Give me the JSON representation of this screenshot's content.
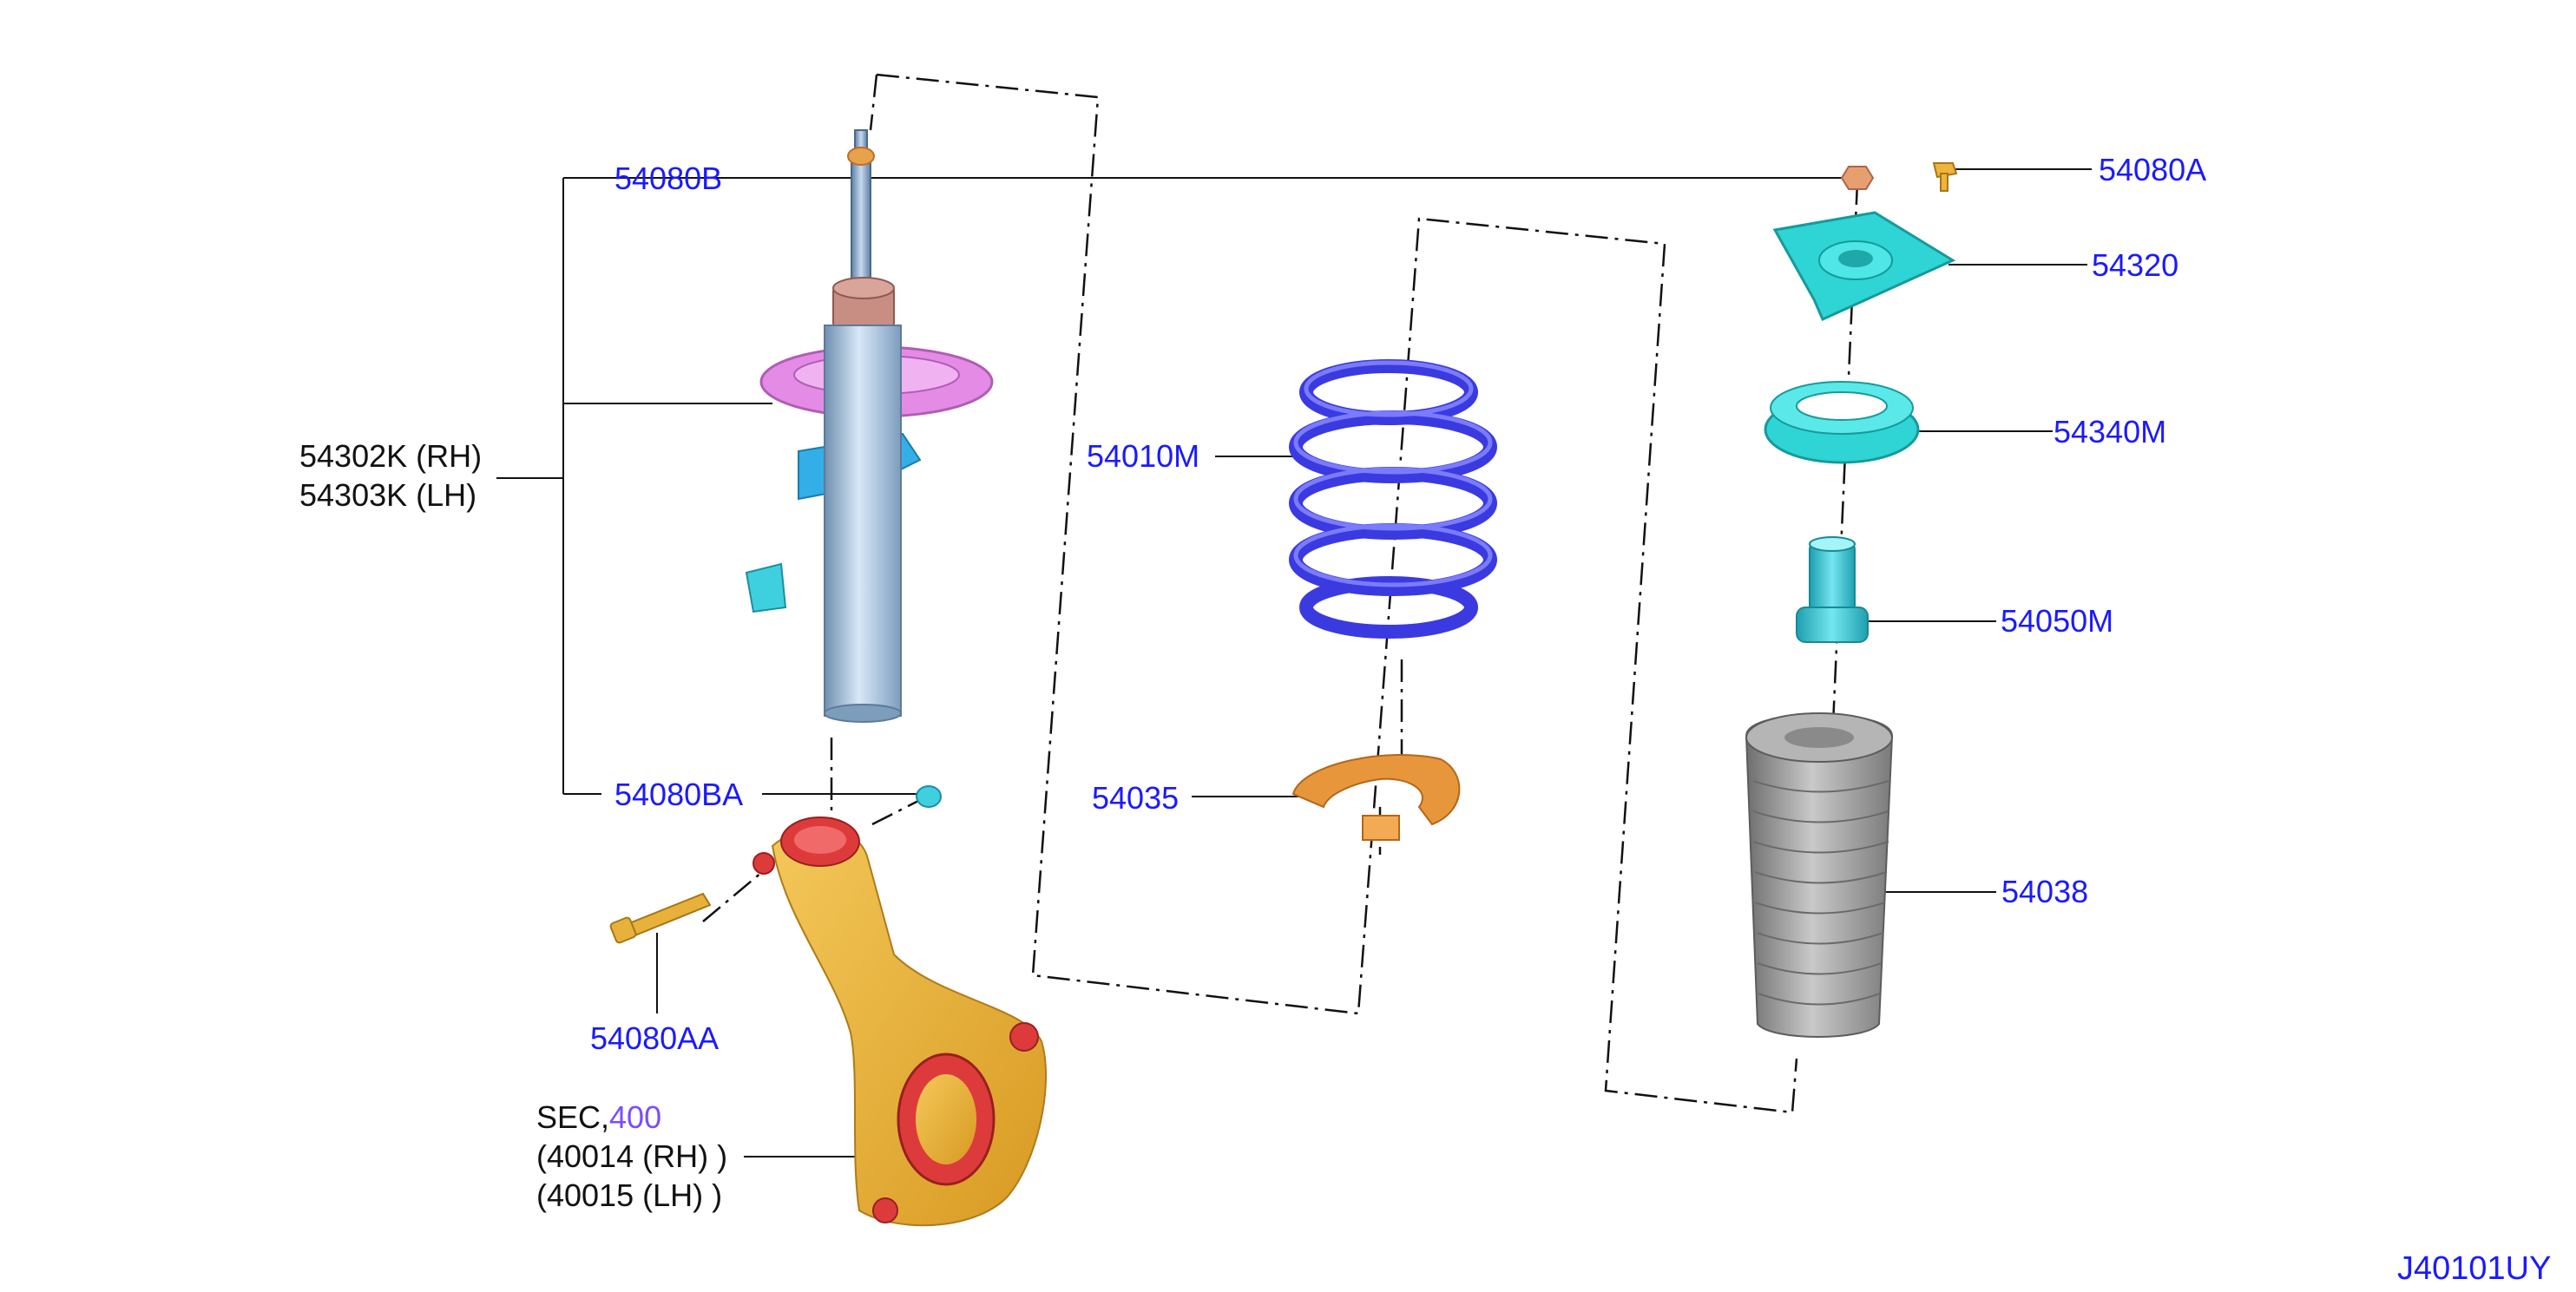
{
  "diagram_id": "J40101UY",
  "colors": {
    "link": "#1a1aff",
    "ref_link": "#7a4dff",
    "text": "#111111",
    "strut_tube": "#a9c7e6",
    "spring_seat": "#e48be6",
    "bracket": "#33aee6",
    "coil_spring": "#3a3ae0",
    "insulator": "#e8963c",
    "knuckle": "#e8b13b",
    "knuckle_red": "#dd3b3b",
    "mount": "#2fd4d4",
    "bumper": "#3cc7d6",
    "boot": "#9a9a9a"
  },
  "labels": {
    "p54080B": "54080B",
    "p54080A": "54080A",
    "p54320": "54320",
    "p54340M": "54340M",
    "p54010M": "54010M",
    "p54050M": "54050M",
    "p54035": "54035",
    "p54038": "54038",
    "p54080BA": "54080BA",
    "p54080AA": "54080AA",
    "strut_rh": "54302K (RH)",
    "strut_lh": "54303K (LH)",
    "sec_prefix": "SEC,",
    "sec_ref": "400",
    "knuckle_rh": "(40014 (RH) )",
    "knuckle_lh": "(40015 (LH) )"
  }
}
